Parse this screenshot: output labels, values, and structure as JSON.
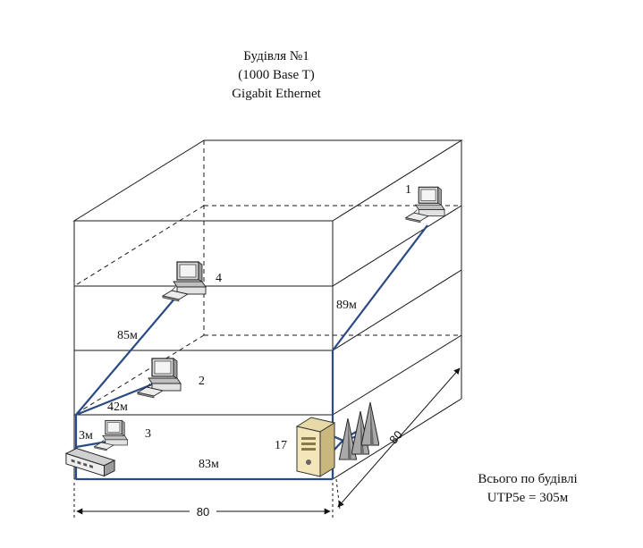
{
  "title": {
    "line1": "Будівля №1",
    "line2": "(1000 Base T)",
    "line3": "Gigabit Ethernet"
  },
  "workstations": [
    {
      "number": "1"
    },
    {
      "number": "2"
    },
    {
      "number": "3"
    },
    {
      "number": "4"
    }
  ],
  "server": {
    "number": "17"
  },
  "cable_lengths": {
    "ws4": "85м",
    "ws2": "42м",
    "ws3": "3м",
    "ground_floor": "83м",
    "ws1": "89м"
  },
  "dimensions": {
    "width": "80",
    "depth": "80"
  },
  "summary": {
    "line1": "Всього по будівлі",
    "line2": "UTP5e = 305м"
  },
  "colors": {
    "cable": "#2b4a86",
    "edges": "#1a1a1a"
  },
  "icons": [
    "workstation-icon",
    "switch-icon",
    "server-icon",
    "antenna-icon"
  ]
}
